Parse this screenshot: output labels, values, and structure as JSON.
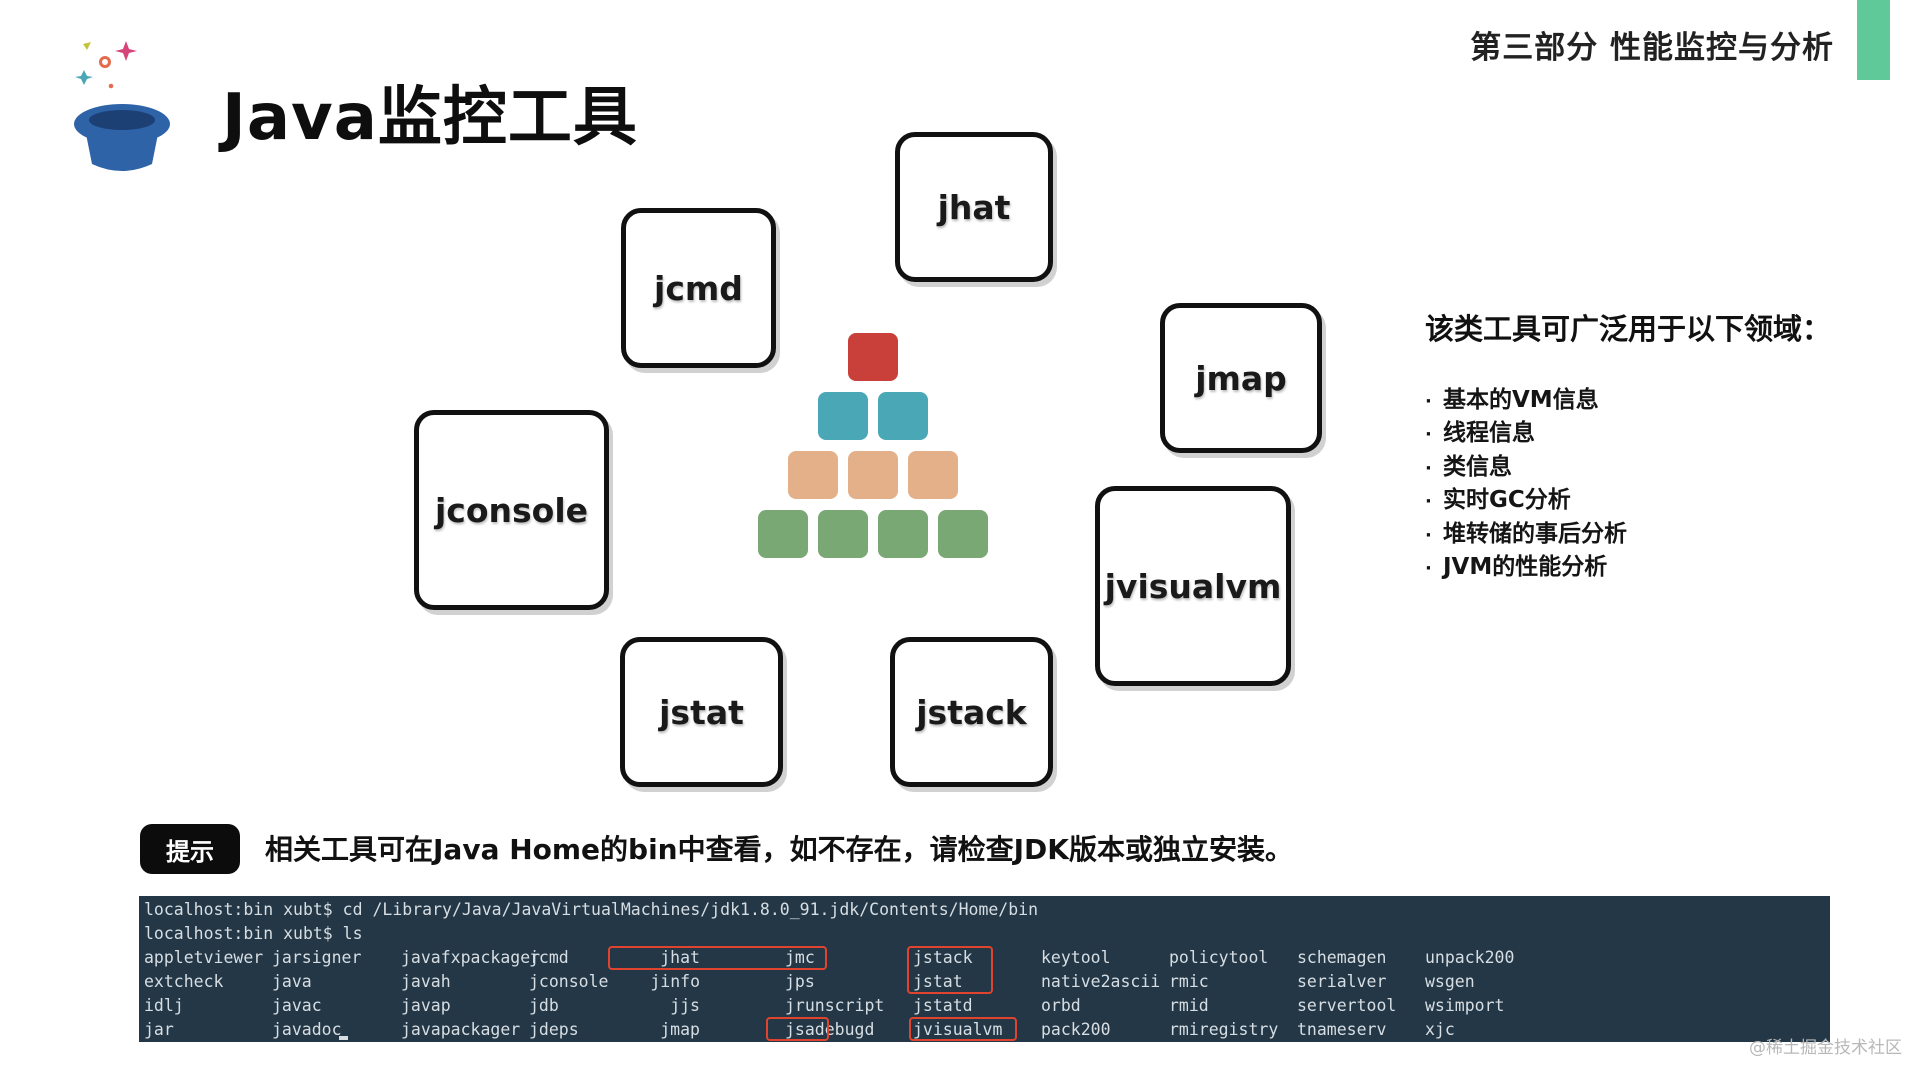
{
  "header": {
    "section_label": "第三部分 性能监控与分析",
    "title": "Java监控工具",
    "accent_color": "#5fc99a"
  },
  "tools": [
    "jhat",
    "jcmd",
    "jmap",
    "jconsole",
    "jvisualvm",
    "jstat",
    "jstack"
  ],
  "uses": {
    "heading": "该类工具可广泛用于以下领域：",
    "bullet": "·",
    "items": [
      "基本的VM信息",
      "线程信息",
      "类信息",
      "实时GC分析",
      "堆转储的事后分析",
      "JVM的性能分析"
    ]
  },
  "tip": {
    "badge": "提示",
    "text": "相关工具可在Java Home的bin中查看，如不存在，请检查JDK版本或独立安装。"
  },
  "terminal": {
    "lines": [
      "localhost:bin xubt$ cd /Library/Java/JavaVirtualMachines/jdk1.8.0_91.jdk/Contents/Home/bin",
      "localhost:bin xubt$ ls"
    ],
    "grid": [
      [
        "appletviewer",
        "jarsigner",
        "javafxpackager",
        "jcmd",
        "jhat",
        "jmc",
        "jstack",
        "keytool",
        "policytool",
        "schemagen",
        "unpack200"
      ],
      [
        "extcheck",
        "java",
        "javah",
        "jconsole",
        "jinfo",
        "jps",
        "jstat",
        "native2ascii",
        "rmic",
        "serialver",
        "wsgen"
      ],
      [
        "idlj",
        "javac",
        "javap",
        "jdb",
        "jjs",
        "jrunscript",
        "jstatd",
        "orbd",
        "rmid",
        "servertool",
        "wsimport"
      ],
      [
        "jar",
        "javadoc",
        "javapackager",
        "jdeps",
        "jmap",
        "jsadebugd",
        "jvisualvm",
        "pack200",
        "rmiregistry",
        "tnameserv",
        "xjc"
      ]
    ],
    "highlight_color": "#e0442f"
  },
  "watermark": "@稀土掘金技术社区"
}
